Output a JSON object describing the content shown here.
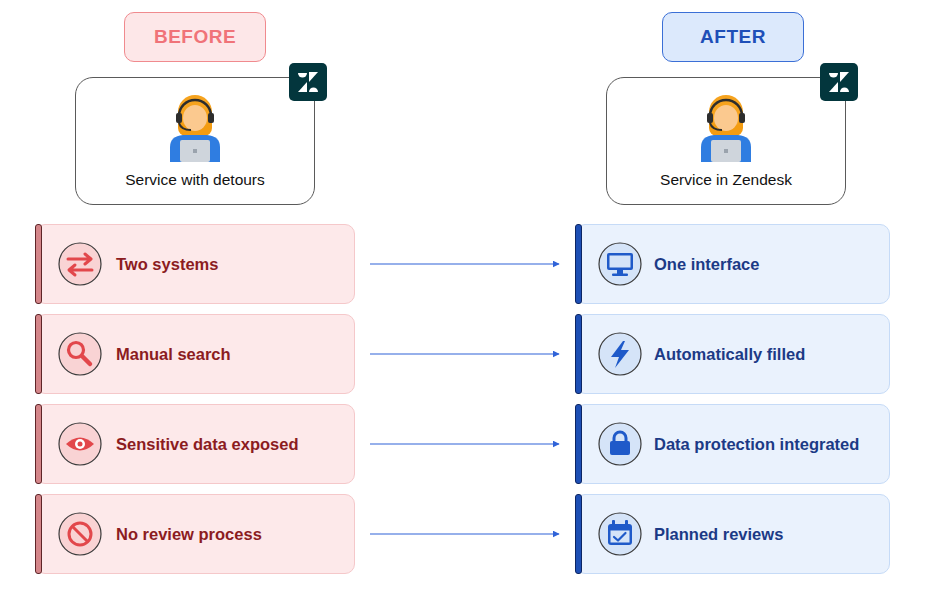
{
  "diagram": {
    "nodes": [
      {
        "text": [
          "BEFORE"
        ]
      },
      {
        "text": [
          "AFTER"
        ]
      },
      {
        "text": [
          "Service with detours"
        ]
      },
      {
        "text": [
          "Service in Zendesk"
        ]
      },
      {
        "text": [
          "Two systems"
        ]
      },
      {
        "text": [
          "One interface"
        ]
      },
      {
        "text": [
          "Manual search"
        ]
      },
      {
        "text": [
          "Automatically filled"
        ]
      },
      {
        "text": [
          "Sensitive data exposed"
        ]
      },
      {
        "text": [
          "Data protection integrated"
        ]
      },
      {
        "text": [
          "No review process"
        ]
      },
      {
        "text": [
          "Planned reviews"
        ]
      }
    ],
    "edges": [
      {
        "from": 4,
        "to": 5,
        "arrow": "to"
      },
      {
        "from": 6,
        "to": 7,
        "arrow": "to"
      },
      {
        "from": 8,
        "to": 9,
        "arrow": "to"
      },
      {
        "from": 10,
        "to": 11,
        "arrow": "to"
      }
    ]
  }
}
